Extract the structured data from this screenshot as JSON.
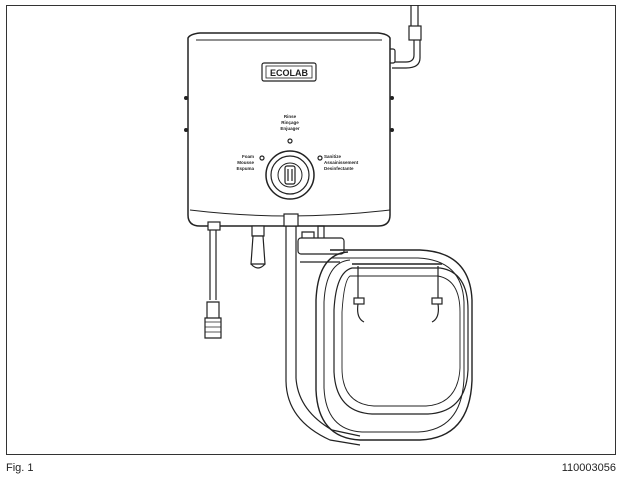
{
  "figure": {
    "caption": "Fig. 1",
    "reference_number": "110003056"
  },
  "device": {
    "brand_logo": "ECOLAB",
    "dial_top_label": [
      "Rinse",
      "Rinçage",
      "Enjuager"
    ],
    "dial_left_label": [
      "Foam",
      "Mousse",
      "Espuma"
    ],
    "dial_right_label": [
      "Sanitize",
      "Assainissement",
      "Desinfectante"
    ]
  },
  "colors": {
    "line": "#222222",
    "fill": "#ffffff"
  }
}
